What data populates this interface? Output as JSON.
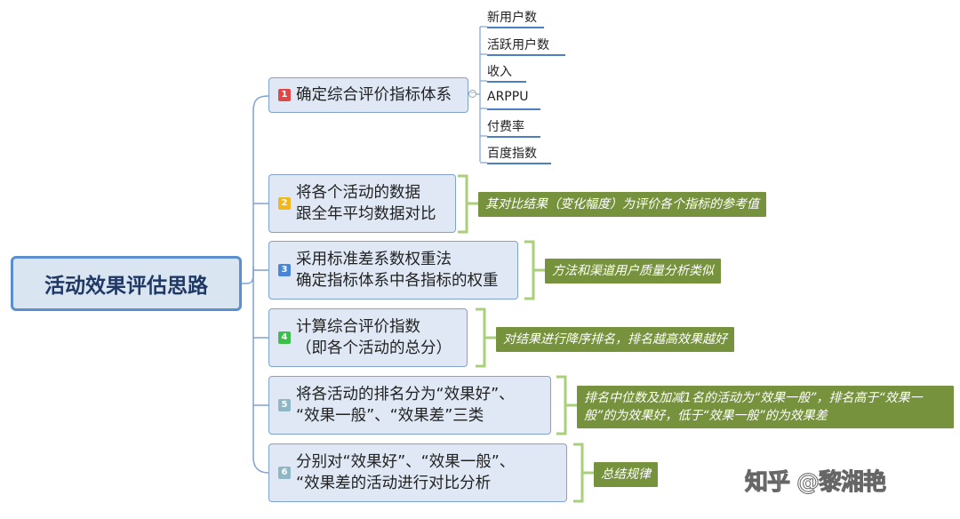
{
  "root": {
    "label": "活动效果评估思路"
  },
  "nodes": [
    {
      "num": "1",
      "badge_color": "#e04747",
      "text": "确定综合评价指标体系"
    },
    {
      "num": "2",
      "badge_color": "#f2b81b",
      "text": "将各个活动的数据\n跟全年平均数据对比"
    },
    {
      "num": "3",
      "badge_color": "#4a86d8",
      "text": "采用标准差系数权重法\n确定指标体系中各指标的权重"
    },
    {
      "num": "4",
      "badge_color": "#3bbf4a",
      "text": "计算综合评价指数\n（即各个活动的总分）"
    },
    {
      "num": "5",
      "badge_color": "#8fb6c4",
      "text": "将各活动的排名分为“效果好”、\n“效果一般”、“效果差”三类"
    },
    {
      "num": "6",
      "badge_color": "#8fb6c4",
      "text": "分别对“效果好”、“效果一般”、\n“效果差的活动进行对比分析"
    }
  ],
  "leaves": [
    "新用户数",
    "活跃用户数",
    "收入",
    "ARPPU",
    "付费率",
    "百度指数"
  ],
  "notes": [
    "其对比结果（变化幅度）为评价各个指标的参考值",
    "方法和渠道用户质量分析类似",
    "对结果进行降序排名，排名越高效果越好",
    "排名中位数及加减1名的活动为“效果一般”，排名高于“效果一般”的为效果好，低于“效果一般”的为效果差",
    "总结规律"
  ],
  "collapse_symbol": "−",
  "watermark": "知乎 @黎湘艳",
  "colors": {
    "wire": "#7fa2cf",
    "leaf_underline": "#4a7fc1",
    "bracket": "#a9cf7b",
    "note_bg": "#77923c"
  }
}
